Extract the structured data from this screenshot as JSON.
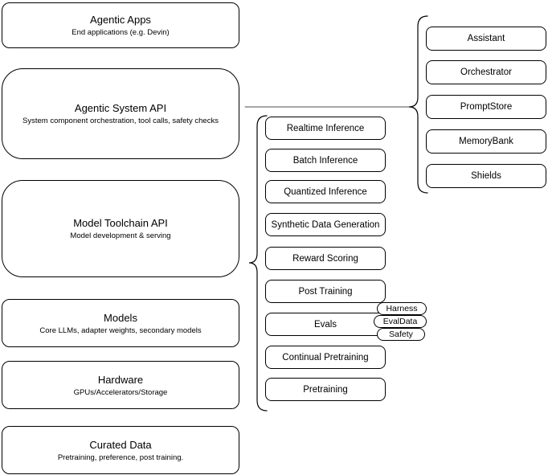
{
  "diagram": {
    "stack": [
      {
        "title": "Agentic Apps",
        "subtitle": "End applications (e.g. Devin)"
      },
      {
        "title": "Agentic System API",
        "subtitle": "System component orchestration, tool calls, safety checks"
      },
      {
        "title": "Model Toolchain API",
        "subtitle": "Model development & serving"
      },
      {
        "title": "Models",
        "subtitle": "Core LLMs, adapter weights, secondary models"
      },
      {
        "title": "Hardware",
        "subtitle": "GPUs/Accelerators/Storage"
      },
      {
        "title": "Curated Data",
        "subtitle": "Pretraining, preference, post training."
      }
    ],
    "toolchain_services": [
      "Realtime Inference",
      "Batch Inference",
      "Quantized Inference",
      "Synthetic Data Generation",
      "Reward Scoring",
      "Post Training",
      "Evals",
      "Continual Pretraining",
      "Pretraining"
    ],
    "evals_tags": [
      "Harness",
      "EvalData",
      "Safety"
    ],
    "system_components": [
      "Assistant",
      "Orchestrator",
      "PromptStore",
      "MemoryBank",
      "Shields"
    ],
    "colors": {
      "stroke": "#000000",
      "fill": "#ffffff",
      "text": "#000000"
    }
  }
}
